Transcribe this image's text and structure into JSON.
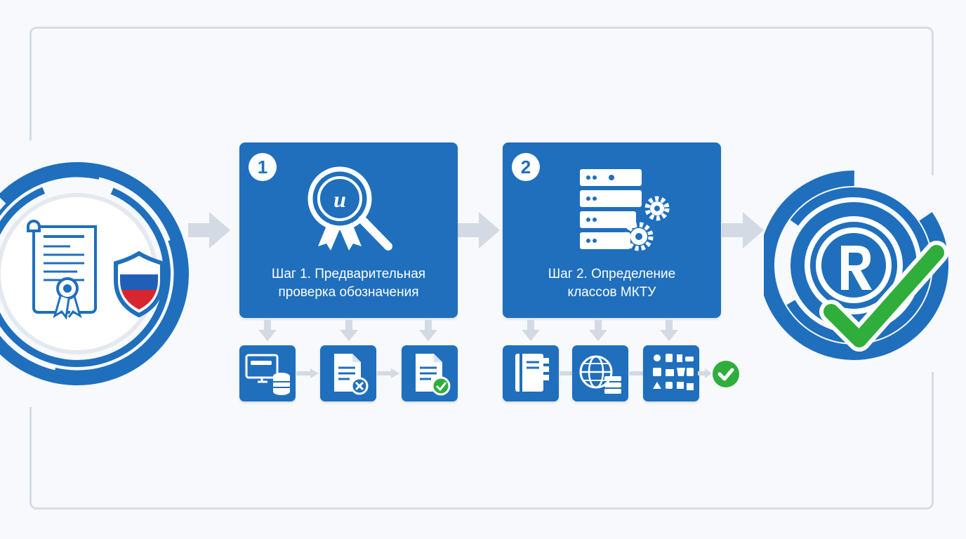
{
  "steps": [
    {
      "number": "1",
      "title": "Шаг 1. Предварительная\nпроверка обозначения"
    },
    {
      "number": "2",
      "title": "Шаг 2. Определение\nклассов МКТУ"
    }
  ],
  "icons": {
    "start": [
      "certificate-scroll-icon",
      "award-ribbon-icon",
      "russian-flag-shield-icon"
    ],
    "step1": "magnifier-seal-icon",
    "step2": "server-gears-icon",
    "step1_tiles": [
      "computer-database-icon",
      "document-rejected-icon",
      "document-approved-icon"
    ],
    "step2_tiles": [
      "classifier-book-icon",
      "globe-database-icon",
      "goods-classes-grid-icon"
    ],
    "end": [
      "registered-trademark-icon",
      "checkmark-icon"
    ]
  },
  "colors": {
    "primary_blue": "#1f6fbd",
    "arrow_gray": "#d3dae4",
    "success_green": "#2fae3c",
    "flag_white": "#ffffff",
    "flag_blue": "#1f5fb8",
    "flag_red": "#d8262f"
  }
}
